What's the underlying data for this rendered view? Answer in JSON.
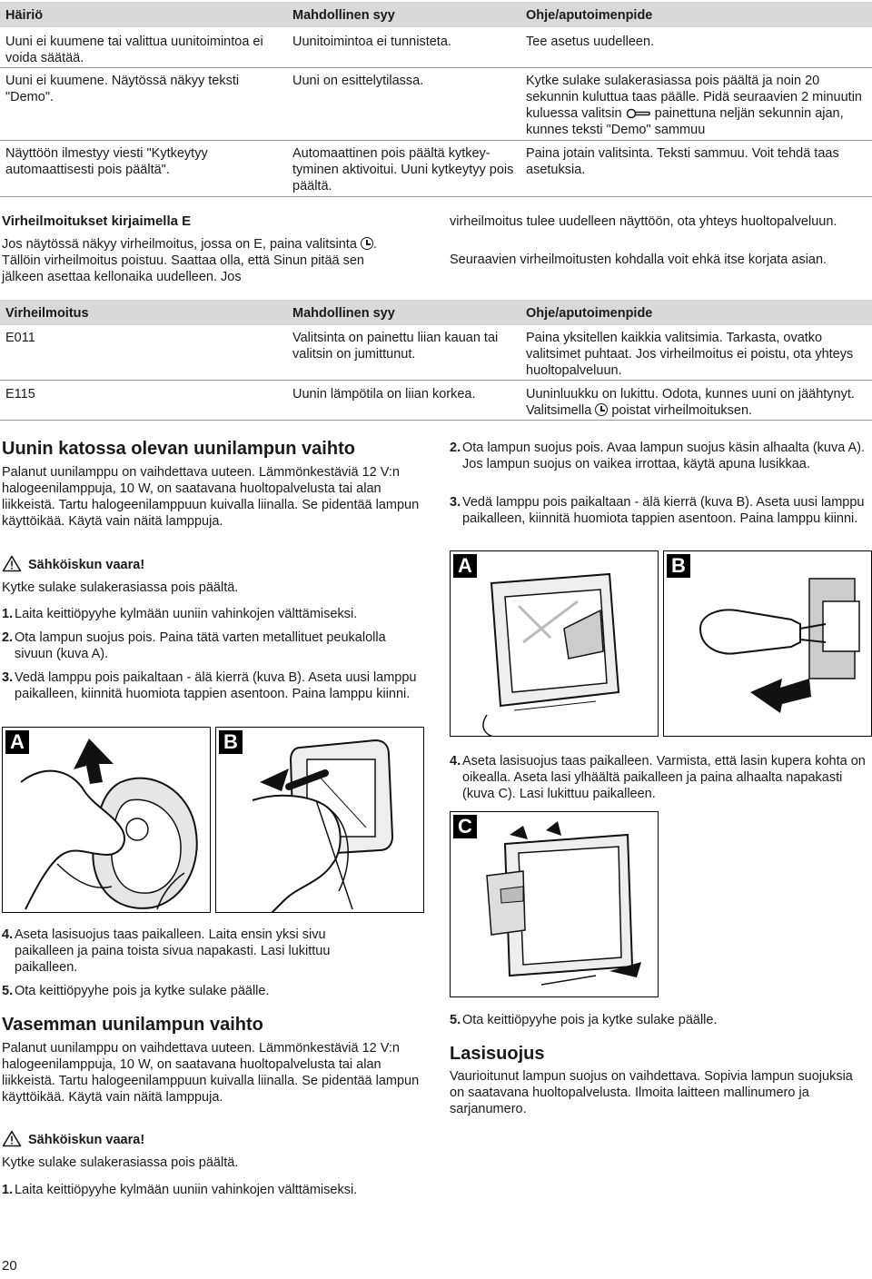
{
  "table1": {
    "headers": [
      "Häiriö",
      "Mahdollinen syy",
      "Ohje/aputoimenpide"
    ],
    "rows": [
      {
        "c1": "Uuni ei kuumene tai valittua uunitoimintoa ei voida säätää.",
        "c2": "Uunitoimintoa ei tunnisteta.",
        "c3": "Tee asetus uudelleen."
      },
      {
        "c1": "Uuni ei kuumene. Näytössä näkyy teksti \"Demo\".",
        "c2": "Uuni on esittelytilassa.",
        "c3a": "Kytke sulake sulakerasiassa pois päältä ja noin 20 sekunnin kuluttua taas päälle. Pidä seuraavien 2 minuutin kuluessa valitsin",
        "c3b": "painettuna neljän sekunnin ajan, kunnes teksti \"Demo\" sammuu"
      },
      {
        "c1": "Näyttöön ilmestyy viesti \"Kytkeytyy automaattisesti pois päältä\".",
        "c2": "Automaattinen pois päältä kytkey-tyminen aktivoitui. Uuni kytkeytyy pois päältä.",
        "c3": "Paina jotain valitsinta. Teksti sammuu. Voit tehdä taas asetuksia."
      }
    ]
  },
  "errors_section": {
    "heading": "Virheilmoitukset kirjaimella E",
    "para_left_a": "Jos näytössä näkyy virheilmoitus, jossa on E, paina valitsinta",
    "para_left_b": ". Tällöin virheilmoitus poistuu. Saattaa olla, että Sinun pitää sen jälkeen asettaa kellonaika uudelleen. Jos",
    "para_right_1": "virheilmoitus tulee uudelleen näyttöön, ota yhteys huoltopalveluun.",
    "para_right_2": "Seuraavien virheilmoitusten kohdalla voit ehkä itse korjata asian."
  },
  "table2": {
    "headers": [
      "Virheilmoitus",
      "Mahdollinen syy",
      "Ohje/aputoimenpide"
    ],
    "rows": [
      {
        "c1": "E011",
        "c2": "Valitsinta on painettu liian kauan tai valitsin on jumittunut.",
        "c3": "Paina yksitellen kaikkia valitsimia. Tarkasta, ovatko valitsimet puhtaat. Jos virheilmoitus ei poistu, ota yhteys huoltopalveluun."
      },
      {
        "c1": "E115",
        "c2": "Uunin lämpötila on liian korkea.",
        "c3a": "Uuninluukku on lukittu. Odota, kunnes uuni on jäähtynyt. Valitsimella",
        "c3b": "poistat virheilmoituksen."
      }
    ]
  },
  "left_col": {
    "heading1": "Uunin katossa olevan uunilampun vaihto",
    "intro1": "Palanut uunilamppu on vaihdettava uuteen. Lämmönkestäviä 12 V:n halogeenilamppuja, 10 W, on saatavana huoltopalvelusta tai alan liikkeistä. Tartu halogeenilamppuun kuivalla liinalla. Se pidentää lampun käyttöikää. Käytä vain näitä lamppuja.",
    "warning1": "Sähköiskun vaara!",
    "warning1_text": "Kytke sulake sulakerasiassa pois päältä.",
    "steps1": [
      {
        "num": "1.",
        "text": "Laita keittiöpyyhe kylmään uuniin vahinkojen välttämiseksi."
      },
      {
        "num": "2.",
        "text": "Ota lampun suojus pois. Paina tätä varten metallituet peukalolla sivuun (kuva A)."
      },
      {
        "num": "3.",
        "text": "Vedä lamppu pois paikaltaan - älä kierrä (kuva B). Aseta uusi lamppu paikalleen, kiinnitä huomiota tappien asentoon. Paina lamppu kiinni."
      }
    ],
    "fig_labels": [
      "A",
      "B"
    ],
    "steps2": [
      {
        "num": "4.",
        "text": "Aseta lasisuojus taas paikalleen. Laita ensin yksi sivu paikalleen ja paina toista sivua napakasti. Lasi lukittuu paikalleen."
      },
      {
        "num": "5.",
        "text": "Ota keittiöpyyhe pois ja kytke sulake päälle."
      }
    ],
    "heading2": "Vasemman uunilampun vaihto",
    "intro2": "Palanut uunilamppu on vaihdettava uuteen. Lämmönkestäviä 12 V:n halogeenilamppuja, 10 W, on saatavana huoltopalvelusta tai alan liikkeistä. Tartu halogeenilamppuun kuivalla liinalla. Se pidentää lampun käyttöikää. Käytä vain näitä lamppuja.",
    "warning2": "Sähköiskun vaara!",
    "warning2_text": "Kytke sulake sulakerasiassa pois päältä.",
    "steps3": [
      {
        "num": "1.",
        "text": "Laita keittiöpyyhe kylmään uuniin vahinkojen välttämiseksi."
      }
    ]
  },
  "right_col": {
    "steps1": [
      {
        "num": "2.",
        "text": "Ota lampun suojus pois. Avaa lampun suojus käsin alhaalta (kuva A). Jos lampun suojus on vaikea irrottaa, käytä apuna lusikkaa."
      },
      {
        "num": "3.",
        "text": "Vedä lamppu pois paikaltaan - älä kierrä (kuva B). Aseta uusi lamppu paikalleen, kiinnitä huomiota tappien asentoon. Paina lamppu kiinni."
      }
    ],
    "fig_labels": [
      "A",
      "B",
      "C"
    ],
    "step4": {
      "num": "4.",
      "text": "Aseta lasisuojus taas paikalleen. Varmista, että lasin kupera kohta on oikealla. Aseta lasi ylhäältä paikalleen ja paina alhaalta napakasti (kuva C). Lasi lukittuu paikalleen."
    },
    "step5": {
      "num": "5.",
      "text": "Ota keittiöpyyhe pois ja kytke sulake päälle."
    },
    "heading": "Lasisuojus",
    "para": "Vaurioitunut lampun suojus on vaihdettava. Sopivia lampun suojuksia on saatavana huoltopalvelusta. Ilmoita laitteen mallinumero ja sarjanumero."
  },
  "page_number": "20"
}
